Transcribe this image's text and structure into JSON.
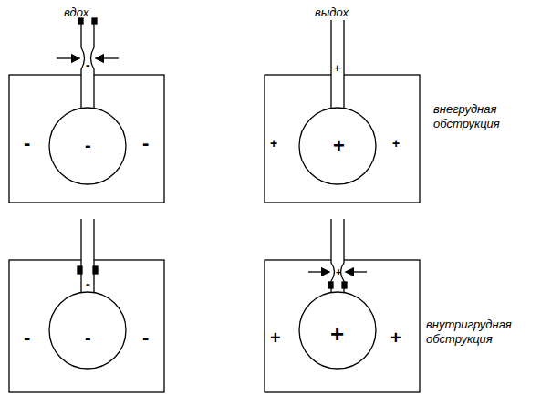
{
  "diagram": {
    "labels": [
      "вдох",
      "выдох",
      "внегрудная обструкция",
      "внутригрудная обструкция",
      "-",
      "-",
      "-",
      "-",
      "+",
      "+",
      "+",
      "+",
      "-",
      "-",
      "-",
      "-",
      "+",
      "+",
      "+",
      "+"
    ]
  }
}
